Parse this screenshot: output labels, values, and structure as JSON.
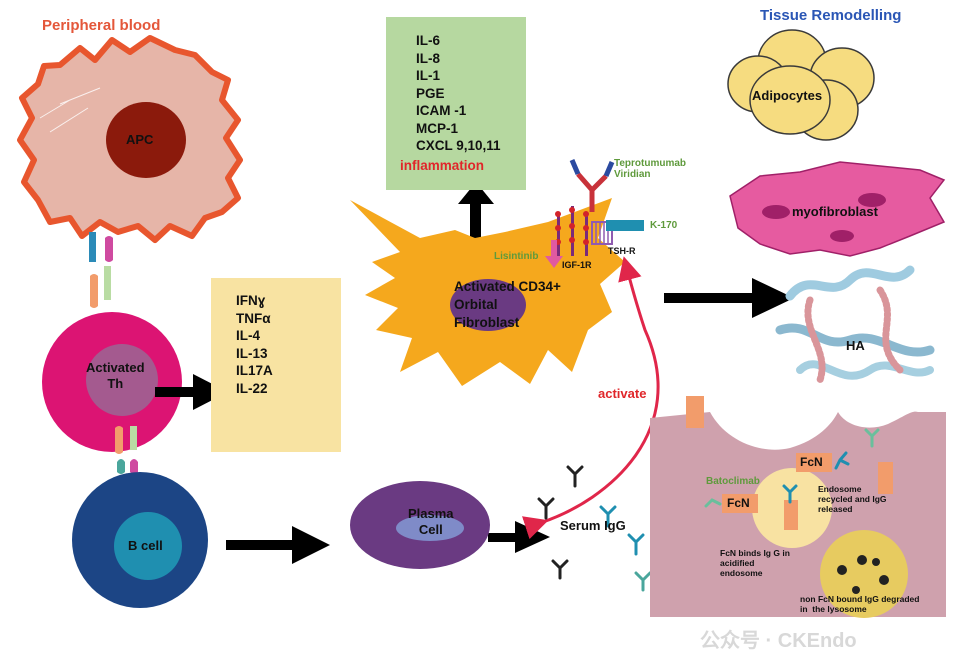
{
  "labels": {
    "peripheral_blood": "Peripheral blood",
    "tissue_remodelling": "Tissue Remodelling",
    "apc": "APC",
    "activated_th": "Activated\nTh",
    "b_cell": "B cell",
    "plasma_cell": "Plasma\nCell",
    "fibroblast": "Activated CD34+\nOrbital\nFibroblast",
    "adipocytes": "Adipocytes",
    "myofibroblast": "myofibroblast",
    "ha": "HA",
    "serum_igg": "Serum IgG",
    "activate": "activate",
    "inflammation": "inflammation",
    "teprotumumab": "Teprotumumab\nViridian",
    "k170": "K-170",
    "lisintinib": "Lisintinib",
    "igf1r": "IGF-1R",
    "tshr": "TSH-R",
    "batoclimab": "Batoclimab",
    "fcn_1": "FcN",
    "fcn_2": "FcN",
    "endosome_recycled": "Endosome\nrecycled and IgG\nreleased",
    "fcn_binds": "FcN binds Ig G in\nacidified\nendosome",
    "non_fcn": "non FcN bound IgG degraded\nin  the lysosome",
    "watermark": "公众号 · CKEndo"
  },
  "th_cytokines": [
    "IFNɣ",
    "TNFα",
    "IL-4",
    "IL-13",
    "IL17A",
    "IL-22"
  ],
  "inflammatory_mediators": [
    "IL-6",
    "IL-8",
    "IL-1",
    "PGE",
    "ICAM -1",
    "MCP-1",
    "CXCL 9,10,11"
  ],
  "colors": {
    "apc_fill": "#e6b5a8",
    "apc_border": "#e8562e",
    "apc_nucleus": "#8b1a0c",
    "th_cell": "#dc1473",
    "b_cell": "#1c4585",
    "plasma_cell": "#6a3a82",
    "fibroblast": "#f5a81d",
    "cytokine_box": "#f8e3a2",
    "inflammation_box": "#b6d8a0",
    "endosome_panel": "#cfa1ad",
    "adipocyte": "#f6dc80",
    "myofibroblast": "#e65ba0",
    "activate_arrow": "#e0264a"
  }
}
